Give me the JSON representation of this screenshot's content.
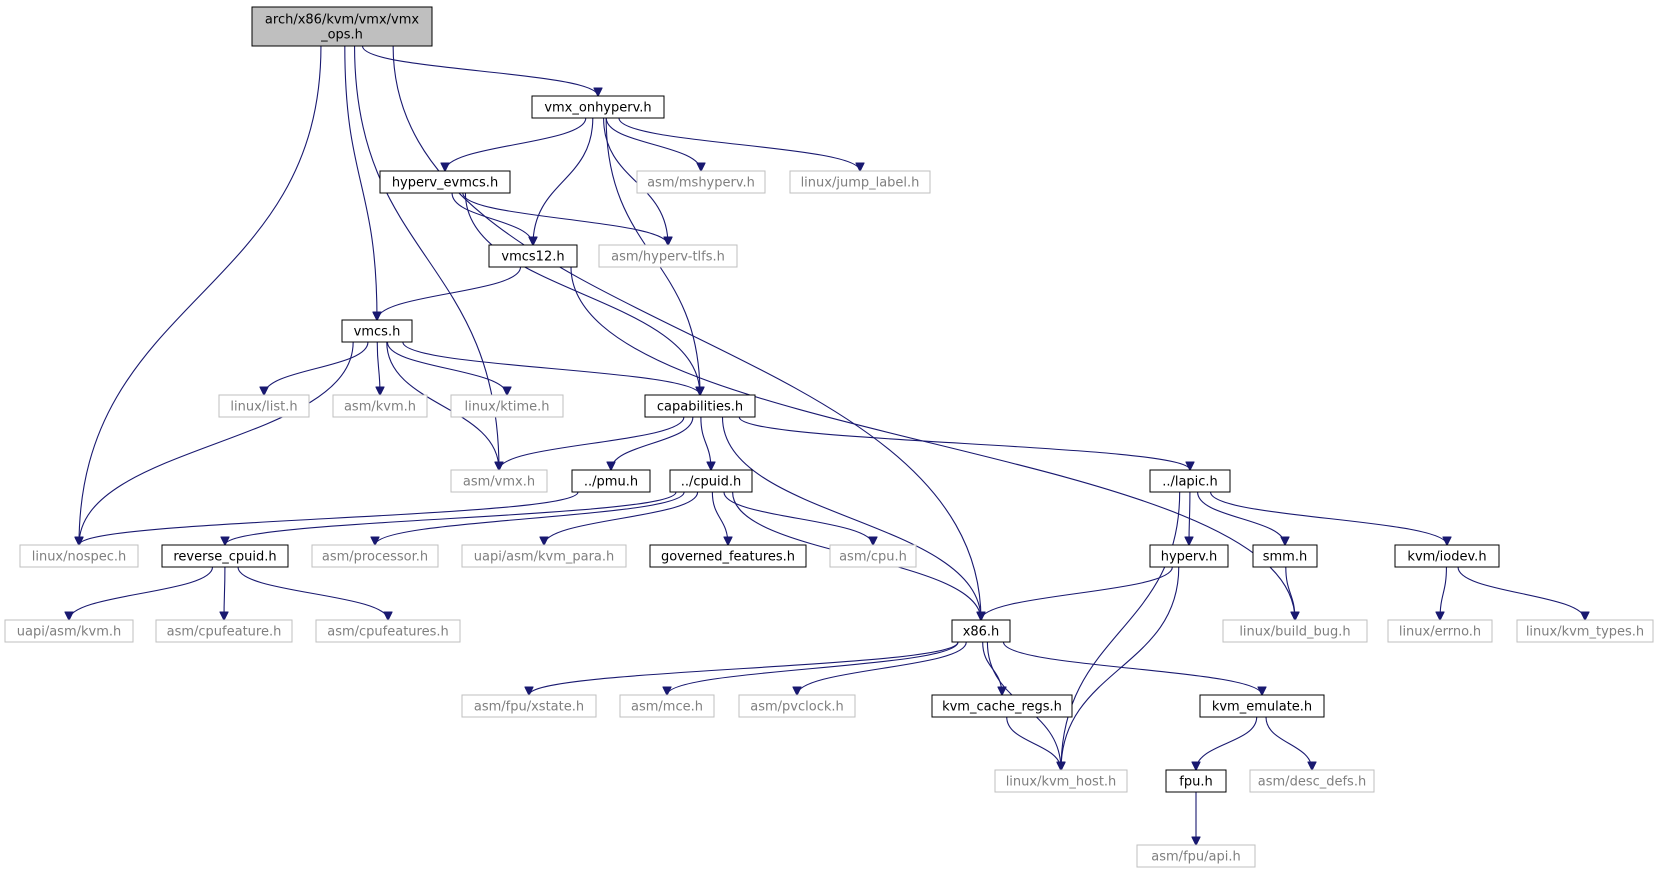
{
  "diagram": {
    "nodes": [
      {
        "id": "root",
        "label": [
          "arch/x86/kvm/vmx/vmx",
          "_ops.h"
        ],
        "kind": "root"
      },
      {
        "id": "vmx_onhyperv",
        "label": [
          "vmx_onhyperv.h"
        ],
        "kind": "linked"
      },
      {
        "id": "hyperv_evmcs",
        "label": [
          "hyperv_evmcs.h"
        ],
        "kind": "linked"
      },
      {
        "id": "asm_mshyperv",
        "label": [
          "asm/mshyperv.h"
        ],
        "kind": "external"
      },
      {
        "id": "linux_jump_label",
        "label": [
          "linux/jump_label.h"
        ],
        "kind": "external"
      },
      {
        "id": "vmcs12",
        "label": [
          "vmcs12.h"
        ],
        "kind": "linked"
      },
      {
        "id": "asm_hyperv_tlfs",
        "label": [
          "asm/hyperv-tlfs.h"
        ],
        "kind": "external"
      },
      {
        "id": "vmcs",
        "label": [
          "vmcs.h"
        ],
        "kind": "linked"
      },
      {
        "id": "linux_list",
        "label": [
          "linux/list.h"
        ],
        "kind": "external"
      },
      {
        "id": "asm_kvm",
        "label": [
          "asm/kvm.h"
        ],
        "kind": "external"
      },
      {
        "id": "linux_ktime",
        "label": [
          "linux/ktime.h"
        ],
        "kind": "external"
      },
      {
        "id": "capabilities",
        "label": [
          "capabilities.h"
        ],
        "kind": "linked"
      },
      {
        "id": "asm_vmx",
        "label": [
          "asm/vmx.h"
        ],
        "kind": "external"
      },
      {
        "id": "pmu",
        "label": [
          "../pmu.h"
        ],
        "kind": "linked"
      },
      {
        "id": "cpuid",
        "label": [
          "../cpuid.h"
        ],
        "kind": "linked"
      },
      {
        "id": "lapic",
        "label": [
          "../lapic.h"
        ],
        "kind": "linked"
      },
      {
        "id": "linux_nospec",
        "label": [
          "linux/nospec.h"
        ],
        "kind": "external"
      },
      {
        "id": "reverse_cpuid",
        "label": [
          "reverse_cpuid.h"
        ],
        "kind": "linked"
      },
      {
        "id": "asm_processor",
        "label": [
          "asm/processor.h"
        ],
        "kind": "external"
      },
      {
        "id": "uapi_kvm_para",
        "label": [
          "uapi/asm/kvm_para.h"
        ],
        "kind": "external"
      },
      {
        "id": "governed_features",
        "label": [
          "governed_features.h"
        ],
        "kind": "linked"
      },
      {
        "id": "asm_cpu",
        "label": [
          "asm/cpu.h"
        ],
        "kind": "external"
      },
      {
        "id": "hyperv",
        "label": [
          "hyperv.h"
        ],
        "kind": "linked"
      },
      {
        "id": "smm",
        "label": [
          "smm.h"
        ],
        "kind": "linked"
      },
      {
        "id": "kvm_iodev",
        "label": [
          "kvm/iodev.h"
        ],
        "kind": "linked"
      },
      {
        "id": "uapi_asm_kvm",
        "label": [
          "uapi/asm/kvm.h"
        ],
        "kind": "external"
      },
      {
        "id": "asm_cpufeature",
        "label": [
          "asm/cpufeature.h"
        ],
        "kind": "external"
      },
      {
        "id": "asm_cpufeatures",
        "label": [
          "asm/cpufeatures.h"
        ],
        "kind": "external"
      },
      {
        "id": "x86",
        "label": [
          "x86.h"
        ],
        "kind": "linked"
      },
      {
        "id": "linux_build_bug",
        "label": [
          "linux/build_bug.h"
        ],
        "kind": "external"
      },
      {
        "id": "linux_errno",
        "label": [
          "linux/errno.h"
        ],
        "kind": "external"
      },
      {
        "id": "linux_kvm_types",
        "label": [
          "linux/kvm_types.h"
        ],
        "kind": "external"
      },
      {
        "id": "asm_fpu_xstate",
        "label": [
          "asm/fpu/xstate.h"
        ],
        "kind": "external"
      },
      {
        "id": "asm_mce",
        "label": [
          "asm/mce.h"
        ],
        "kind": "external"
      },
      {
        "id": "asm_pvclock",
        "label": [
          "asm/pvclock.h"
        ],
        "kind": "external"
      },
      {
        "id": "kvm_cache_regs",
        "label": [
          "kvm_cache_regs.h"
        ],
        "kind": "linked"
      },
      {
        "id": "kvm_emulate",
        "label": [
          "kvm_emulate.h"
        ],
        "kind": "linked"
      },
      {
        "id": "linux_kvm_host",
        "label": [
          "linux/kvm_host.h"
        ],
        "kind": "external"
      },
      {
        "id": "fpu",
        "label": [
          "fpu.h"
        ],
        "kind": "linked"
      },
      {
        "id": "asm_desc_defs",
        "label": [
          "asm/desc_defs.h"
        ],
        "kind": "external"
      },
      {
        "id": "asm_fpu_api",
        "label": [
          "asm/fpu/api.h"
        ],
        "kind": "external"
      }
    ],
    "edges": [
      [
        "root",
        "vmx_onhyperv"
      ],
      [
        "root",
        "vmcs"
      ],
      [
        "root",
        "x86"
      ],
      [
        "root",
        "linux_nospec"
      ],
      [
        "root",
        "asm_vmx"
      ],
      [
        "vmx_onhyperv",
        "hyperv_evmcs"
      ],
      [
        "vmx_onhyperv",
        "vmcs12"
      ],
      [
        "vmx_onhyperv",
        "asm_hyperv_tlfs"
      ],
      [
        "vmx_onhyperv",
        "asm_mshyperv"
      ],
      [
        "vmx_onhyperv",
        "linux_jump_label"
      ],
      [
        "vmx_onhyperv",
        "capabilities"
      ],
      [
        "hyperv_evmcs",
        "vmcs12"
      ],
      [
        "hyperv_evmcs",
        "asm_hyperv_tlfs"
      ],
      [
        "hyperv_evmcs",
        "capabilities"
      ],
      [
        "vmcs12",
        "vmcs"
      ],
      [
        "vmcs12",
        "linux_build_bug"
      ],
      [
        "vmcs",
        "linux_nospec"
      ],
      [
        "vmcs",
        "linux_list"
      ],
      [
        "vmcs",
        "asm_kvm"
      ],
      [
        "vmcs",
        "linux_ktime"
      ],
      [
        "vmcs",
        "asm_vmx"
      ],
      [
        "vmcs",
        "capabilities"
      ],
      [
        "capabilities",
        "asm_vmx"
      ],
      [
        "capabilities",
        "pmu"
      ],
      [
        "capabilities",
        "cpuid"
      ],
      [
        "capabilities",
        "x86"
      ],
      [
        "capabilities",
        "lapic"
      ],
      [
        "pmu",
        "linux_nospec"
      ],
      [
        "cpuid",
        "reverse_cpuid"
      ],
      [
        "cpuid",
        "asm_processor"
      ],
      [
        "cpuid",
        "uapi_kvm_para"
      ],
      [
        "cpuid",
        "governed_features"
      ],
      [
        "cpuid",
        "asm_cpu"
      ],
      [
        "cpuid",
        "x86"
      ],
      [
        "reverse_cpuid",
        "uapi_asm_kvm"
      ],
      [
        "reverse_cpuid",
        "asm_cpufeature"
      ],
      [
        "reverse_cpuid",
        "asm_cpufeatures"
      ],
      [
        "lapic",
        "hyperv"
      ],
      [
        "lapic",
        "smm"
      ],
      [
        "lapic",
        "kvm_iodev"
      ],
      [
        "lapic",
        "linux_kvm_host"
      ],
      [
        "hyperv",
        "x86"
      ],
      [
        "hyperv",
        "linux_kvm_host"
      ],
      [
        "smm",
        "linux_build_bug"
      ],
      [
        "kvm_iodev",
        "linux_errno"
      ],
      [
        "kvm_iodev",
        "linux_kvm_types"
      ],
      [
        "x86",
        "asm_fpu_xstate"
      ],
      [
        "x86",
        "asm_mce"
      ],
      [
        "x86",
        "asm_pvclock"
      ],
      [
        "x86",
        "kvm_cache_regs"
      ],
      [
        "x86",
        "kvm_emulate"
      ],
      [
        "x86",
        "linux_kvm_host"
      ],
      [
        "kvm_cache_regs",
        "linux_kvm_host"
      ],
      [
        "kvm_emulate",
        "fpu"
      ],
      [
        "kvm_emulate",
        "asm_desc_defs"
      ],
      [
        "fpu",
        "asm_fpu_api"
      ]
    ]
  },
  "colors": {
    "edge": "#191970",
    "root_fill": "#bfbfbf",
    "linked_border": "#000000",
    "external_border": "#bfbfbf",
    "external_text": "#7f7f7f"
  }
}
